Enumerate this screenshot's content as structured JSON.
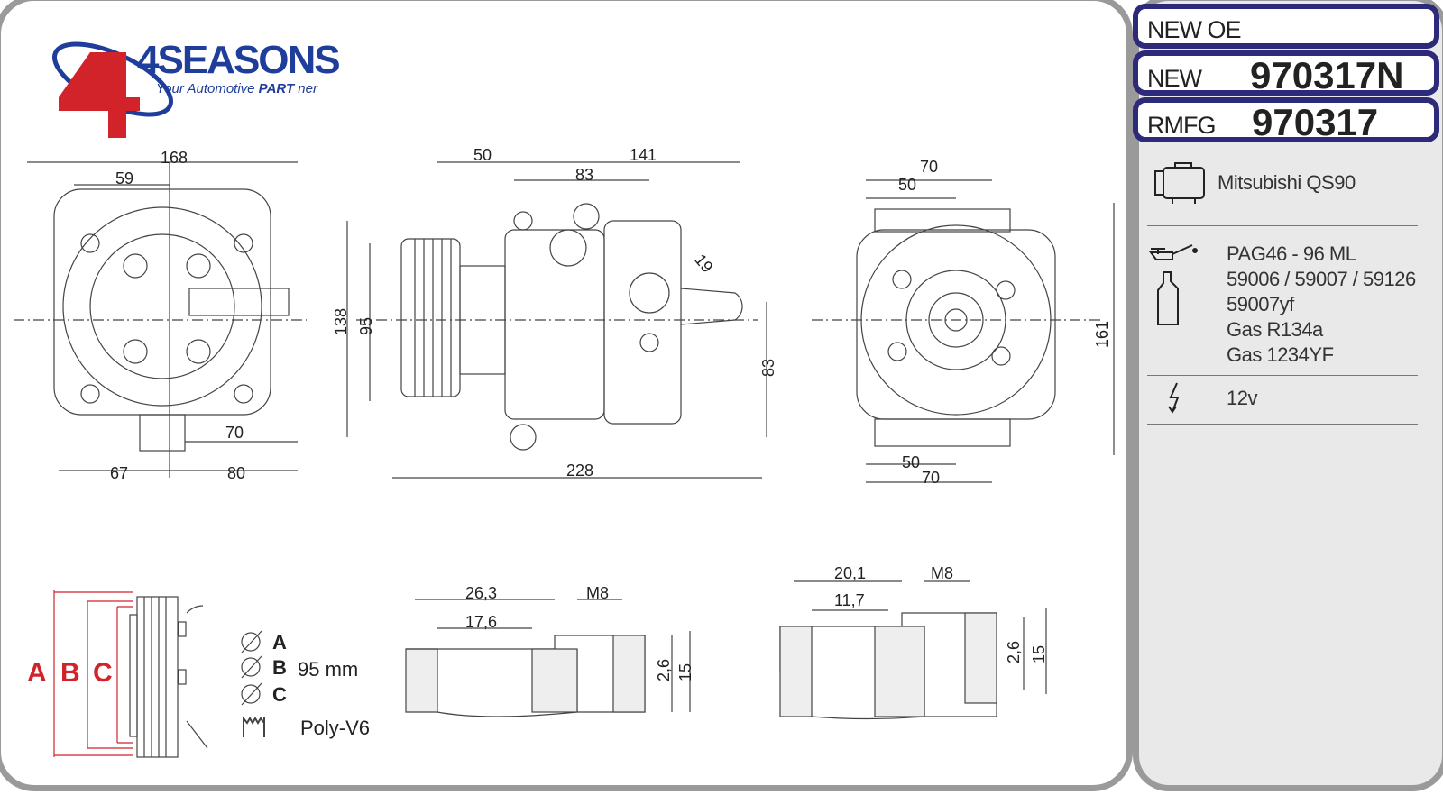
{
  "brand": {
    "name": "4SEASONS",
    "tagline_a": "Your Automotive ",
    "tagline_b": "PART",
    "tagline_c": " ner",
    "colors": {
      "blue": "#1f3d9a",
      "red": "#d2232a"
    }
  },
  "parts": {
    "oe_label": "NEW OE",
    "new_label": "NEW",
    "new_number": "970317N",
    "rmfg_label": "RMFG",
    "rmfg_number": "970317"
  },
  "specs": {
    "compressor": "Mitsubishi QS90",
    "oil": "PAG46 - 96 ML",
    "oil_refs": "59006 / 59007 / 59126",
    "oil_ref2": "59007yf",
    "gas1": "Gas R134a",
    "gas2": "Gas 1234YF",
    "voltage": "12v"
  },
  "icons": [
    "compressor-icon",
    "oil-can-icon",
    "oil-bottle-icon",
    "lightning-icon",
    "diameter-icon",
    "poly-v-icon"
  ],
  "dimensions": {
    "front": {
      "width": "168",
      "bolt": "59",
      "left": "67",
      "right": "80",
      "lower": "70"
    },
    "side": {
      "d50": "50",
      "d141": "141",
      "d83": "83",
      "d19": "19",
      "h138": "138",
      "h95": "95",
      "h83": "83",
      "len": "228"
    },
    "rear": {
      "top70": "70",
      "top50": "50",
      "bot50": "50",
      "bot70": "70",
      "h161": "161"
    },
    "port1": {
      "w1": "26,3",
      "w2": "17,6",
      "thread": "M8",
      "d1": "2,6",
      "d2": "15"
    },
    "port2": {
      "w1": "20,1",
      "w2": "11,7",
      "thread": "M8",
      "d1": "2,6",
      "d2": "15"
    }
  },
  "pulley": {
    "labels": [
      "A",
      "B",
      "C"
    ],
    "diam_a": "A",
    "diam_b": "B",
    "diam_c": "C",
    "diameter": "95 mm",
    "belt": "Poly-V6"
  }
}
